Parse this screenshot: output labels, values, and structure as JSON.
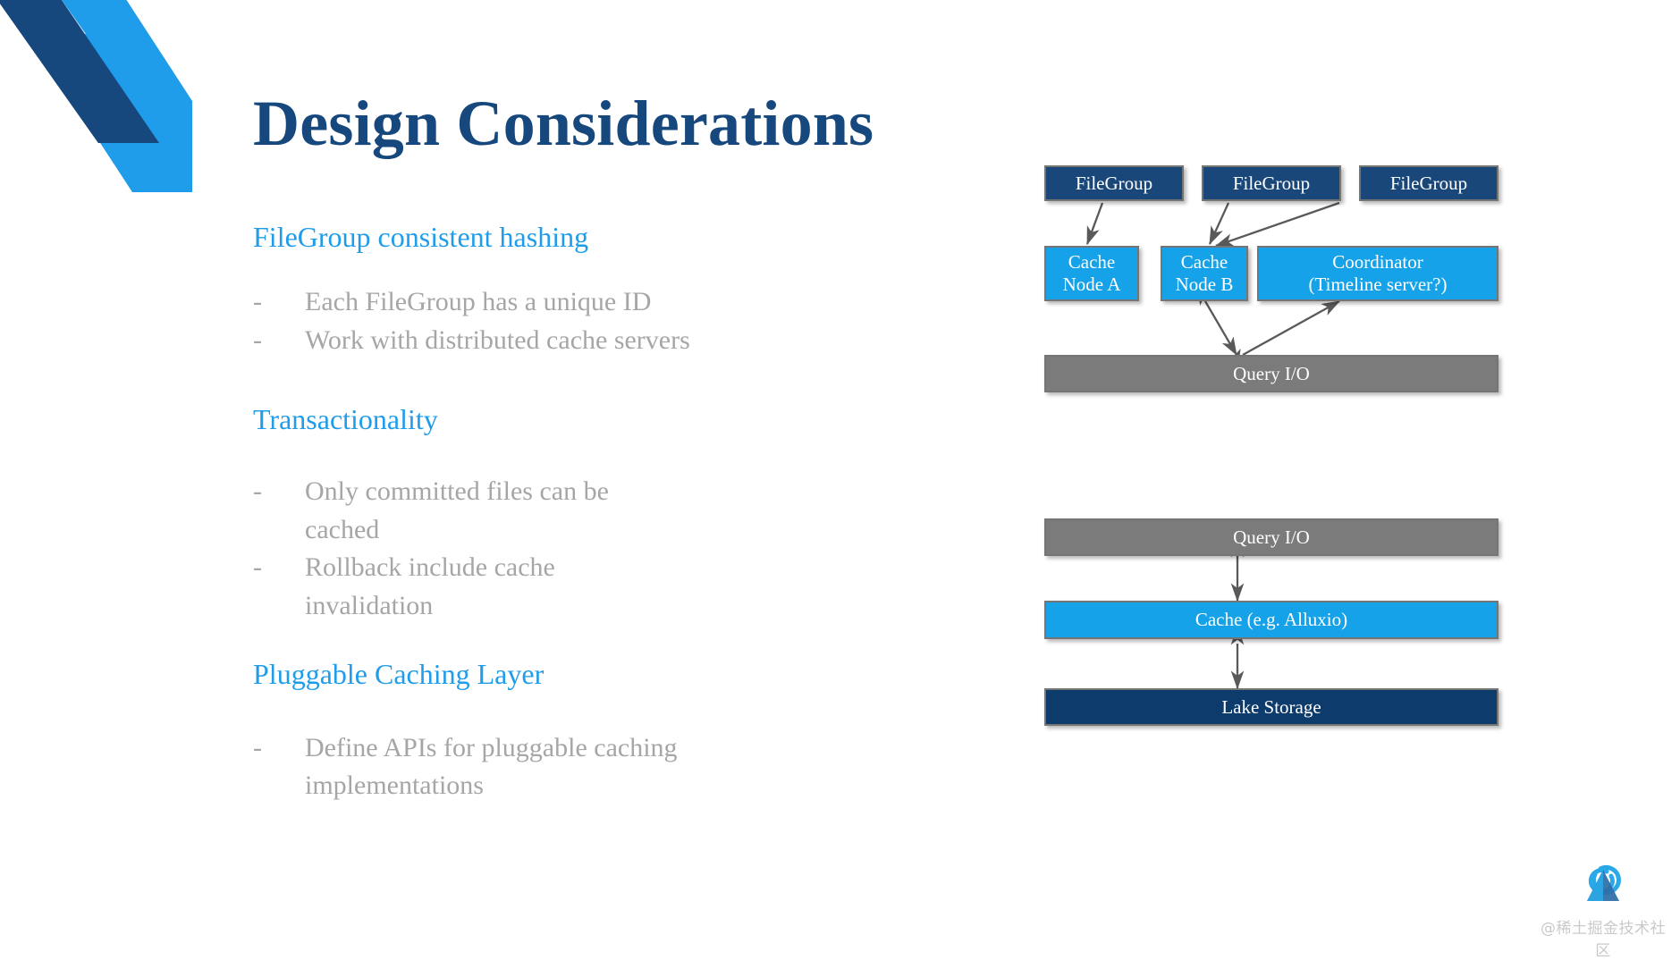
{
  "slide": {
    "title": "Design Considerations",
    "background": "#ffffff"
  },
  "colors": {
    "title_navy": "#16477d",
    "heading_blue": "#1f9cea",
    "body_gray": "#a6a6a6",
    "box_navy": "#1a4779",
    "box_blue": "#16a2e8",
    "box_gray": "#7b7b7b",
    "box_dark_navy": "#0d3b6b",
    "arrow_gray": "#595959",
    "logo_dark": "#16477d",
    "logo_light": "#1f9cea"
  },
  "sections": [
    {
      "heading": "FileGroup consistent hashing",
      "bullets": [
        {
          "dash": "-",
          "text": "Each FileGroup has a unique ID",
          "wrap": false
        },
        {
          "dash": "-",
          "text": "Work with distributed cache servers",
          "wrap": false
        }
      ]
    },
    {
      "heading": "Transactionality",
      "bullets": [
        {
          "dash": "-",
          "text": "Only committed files can be cached",
          "wrap": true
        },
        {
          "dash": "-",
          "text": "Rollback include cache invalidation",
          "wrap": true
        }
      ]
    },
    {
      "heading": "Pluggable Caching Layer",
      "bullets": [
        {
          "dash": "-",
          "text": "Define APIs for pluggable caching implementations",
          "wrap": true
        }
      ]
    }
  ],
  "diagram_top": {
    "filegroups": [
      {
        "label": "FileGroup"
      },
      {
        "label": "FileGroup"
      },
      {
        "label": "FileGroup"
      }
    ],
    "nodes": [
      {
        "label": "Cache\nNode A",
        "line1": "Cache",
        "line2": "Node A"
      },
      {
        "label": "Cache\nNode B",
        "line1": "Cache",
        "line2": "Node B"
      },
      {
        "label": "Coordinator\n(Timeline server?)",
        "line1": "Coordinator",
        "line2": "(Timeline server?)"
      }
    ],
    "query_io": "Query I/O"
  },
  "diagram_bottom": {
    "layers": [
      {
        "label": "Query I/O",
        "style": "gray"
      },
      {
        "label": "Cache (e.g. Alluxio)",
        "style": "blue"
      },
      {
        "label": "Lake Storage",
        "style": "dark-navy"
      }
    ]
  },
  "watermark": {
    "text": "@稀土掘金技术社区"
  }
}
